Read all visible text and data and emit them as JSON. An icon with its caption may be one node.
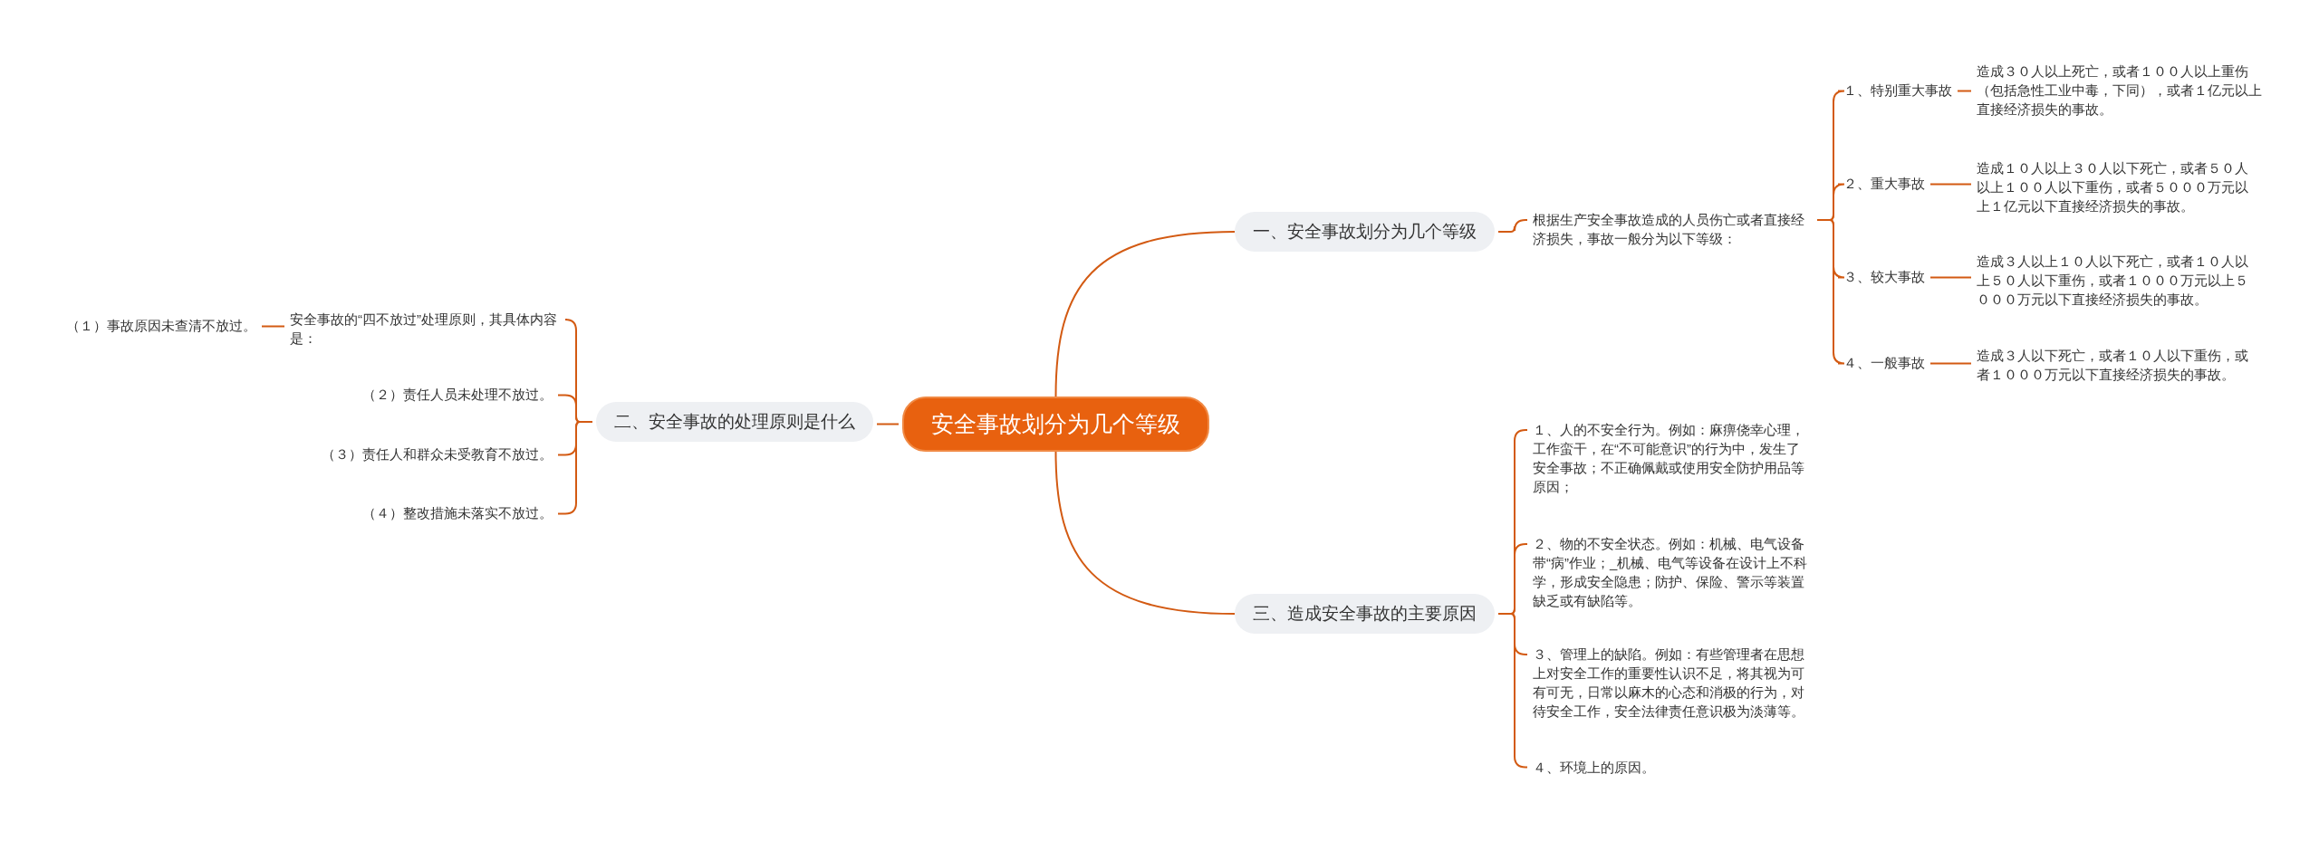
{
  "diagram": {
    "nodes": [
      {
        "text": [
          "安全事故划分为几个等级"
        ]
      },
      {
        "text": [
          "一、安全事故划分为几个等级"
        ]
      },
      {
        "text": [
          "根据生产安全事故造成的人员伤亡或者直接经济损失，事故一般分为以下等级："
        ]
      },
      {
        "text": [
          "１、特别重大事故"
        ]
      },
      {
        "text": [
          "造成３０人以上死亡，或者１００人以上重伤（包括急性工业中毒，下同），或者１亿元以上直接经济损失的事故。"
        ]
      },
      {
        "text": [
          "２、重大事故"
        ]
      },
      {
        "text": [
          "造成１０人以上３０人以下死亡，或者５０人以上１００人以下重伤，或者５０００万元以上１亿元以下直接经济损失的事故。"
        ]
      },
      {
        "text": [
          "３、较大事故"
        ]
      },
      {
        "text": [
          "造成３人以上１０人以下死亡，或者１０人以上５０人以下重伤，或者１０００万元以上５０００万元以下直接经济损失的事故。"
        ]
      },
      {
        "text": [
          "４、一般事故"
        ]
      },
      {
        "text": [
          "造成３人以下死亡，或者１０人以下重伤，或者１０００万元以下直接经济损失的事故。"
        ]
      },
      {
        "text": [
          "二、安全事故的处理原则是什么"
        ]
      },
      {
        "text": [
          "安全事故的“四不放过”处理原则，其具体内容是："
        ]
      },
      {
        "text": [
          "（１）事故原因未查清不放过。"
        ]
      },
      {
        "text": [
          "（２）责任人员未处理不放过。"
        ]
      },
      {
        "text": [
          "（３）责任人和群众未受教育不放过。"
        ]
      },
      {
        "text": [
          "（４）整改措施未落实不放过。"
        ]
      },
      {
        "text": [
          "三、造成安全事故的主要原因"
        ]
      },
      {
        "text": [
          "１、人的不安全行为。例如：麻痹侥幸心理，工作蛮干，在“不可能意识”的行为中，发生了安全事故；不正确佩戴或使用安全防护用品等原因；"
        ]
      },
      {
        "text": [
          "２、物的不安全状态。例如：机械、电气设备带“病”作业；_机械、电气等设备在设计上不科学，形成安全隐患；防护、保险、警示等装置缺乏或有缺陷等。"
        ]
      },
      {
        "text": [
          "３、管理上的缺陷。例如：有些管理者在思想上对安全工作的重要性认识不足，将其视为可有可无，日常以麻木的心态和消极的行为，对待安全工作，安全法律责任意识极为淡薄等。"
        ]
      },
      {
        "text": [
          "４、环境上的原因。"
        ]
      }
    ],
    "edges": [
      {
        "from": 0,
        "to": 1,
        "arrow": "none"
      },
      {
        "from": 1,
        "to": 2,
        "arrow": "none"
      },
      {
        "from": 2,
        "to": 3,
        "arrow": "none"
      },
      {
        "from": 2,
        "to": 5,
        "arrow": "none"
      },
      {
        "from": 2,
        "to": 7,
        "arrow": "none"
      },
      {
        "from": 2,
        "to": 9,
        "arrow": "none"
      },
      {
        "from": 3,
        "to": 4,
        "arrow": "none"
      },
      {
        "from": 5,
        "to": 6,
        "arrow": "none"
      },
      {
        "from": 7,
        "to": 8,
        "arrow": "none"
      },
      {
        "from": 9,
        "to": 10,
        "arrow": "none"
      },
      {
        "from": 0,
        "to": 11,
        "arrow": "none"
      },
      {
        "from": 11,
        "to": 12,
        "arrow": "none"
      },
      {
        "from": 12,
        "to": 13,
        "arrow": "none"
      },
      {
        "from": 11,
        "to": 14,
        "arrow": "none"
      },
      {
        "from": 11,
        "to": 15,
        "arrow": "none"
      },
      {
        "from": 11,
        "to": 16,
        "arrow": "none"
      },
      {
        "from": 0,
        "to": 17,
        "arrow": "none"
      },
      {
        "from": 17,
        "to": 18,
        "arrow": "none"
      },
      {
        "from": 17,
        "to": 19,
        "arrow": "none"
      },
      {
        "from": 17,
        "to": 20,
        "arrow": "none"
      },
      {
        "from": 17,
        "to": 21,
        "arrow": "none"
      }
    ]
  }
}
